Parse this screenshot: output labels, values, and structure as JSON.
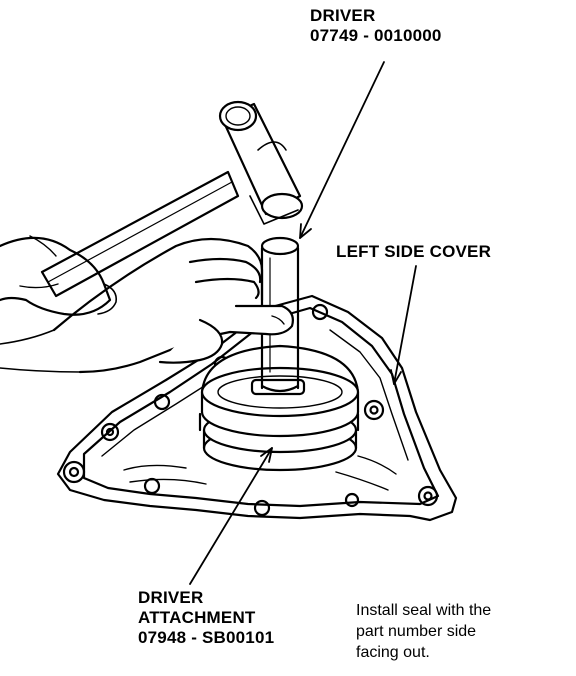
{
  "labels": {
    "driver": {
      "name": "DRIVER",
      "part_number": "07749 - 0010000"
    },
    "left_side_cover": "LEFT SIDE COVER",
    "driver_attachment": {
      "name_line1": "DRIVER",
      "name_line2": "ATTACHMENT",
      "part_number": "07948 - SB00101"
    },
    "note": {
      "line1": "Install seal with the",
      "line2": "part number side",
      "line3": "facing out."
    }
  }
}
